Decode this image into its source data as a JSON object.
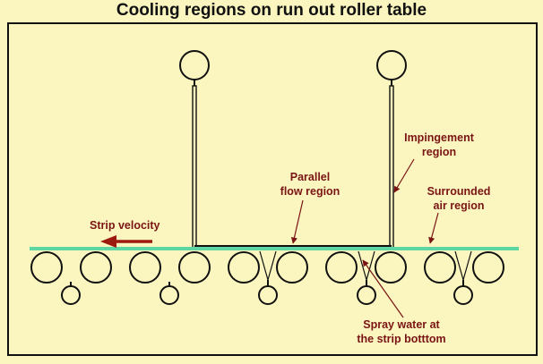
{
  "title": "Cooling regions on run out roller table",
  "labels": {
    "strip_velocity": "Strip velocity",
    "parallel_flow_1": "Parallel",
    "parallel_flow_2": "flow region",
    "impingement_1": "Impingement",
    "impingement_2": "region",
    "surrounded_air_1": "Surrounded",
    "surrounded_air_2": "air region",
    "spray_water_1": "Spray water at",
    "spray_water_2": "the strip botttom"
  },
  "colors": {
    "background": "#fbf6bf",
    "strip": "#5ed6a4",
    "label": "#7a1414",
    "arrow": "#9c1a10",
    "line": "#111111"
  }
}
